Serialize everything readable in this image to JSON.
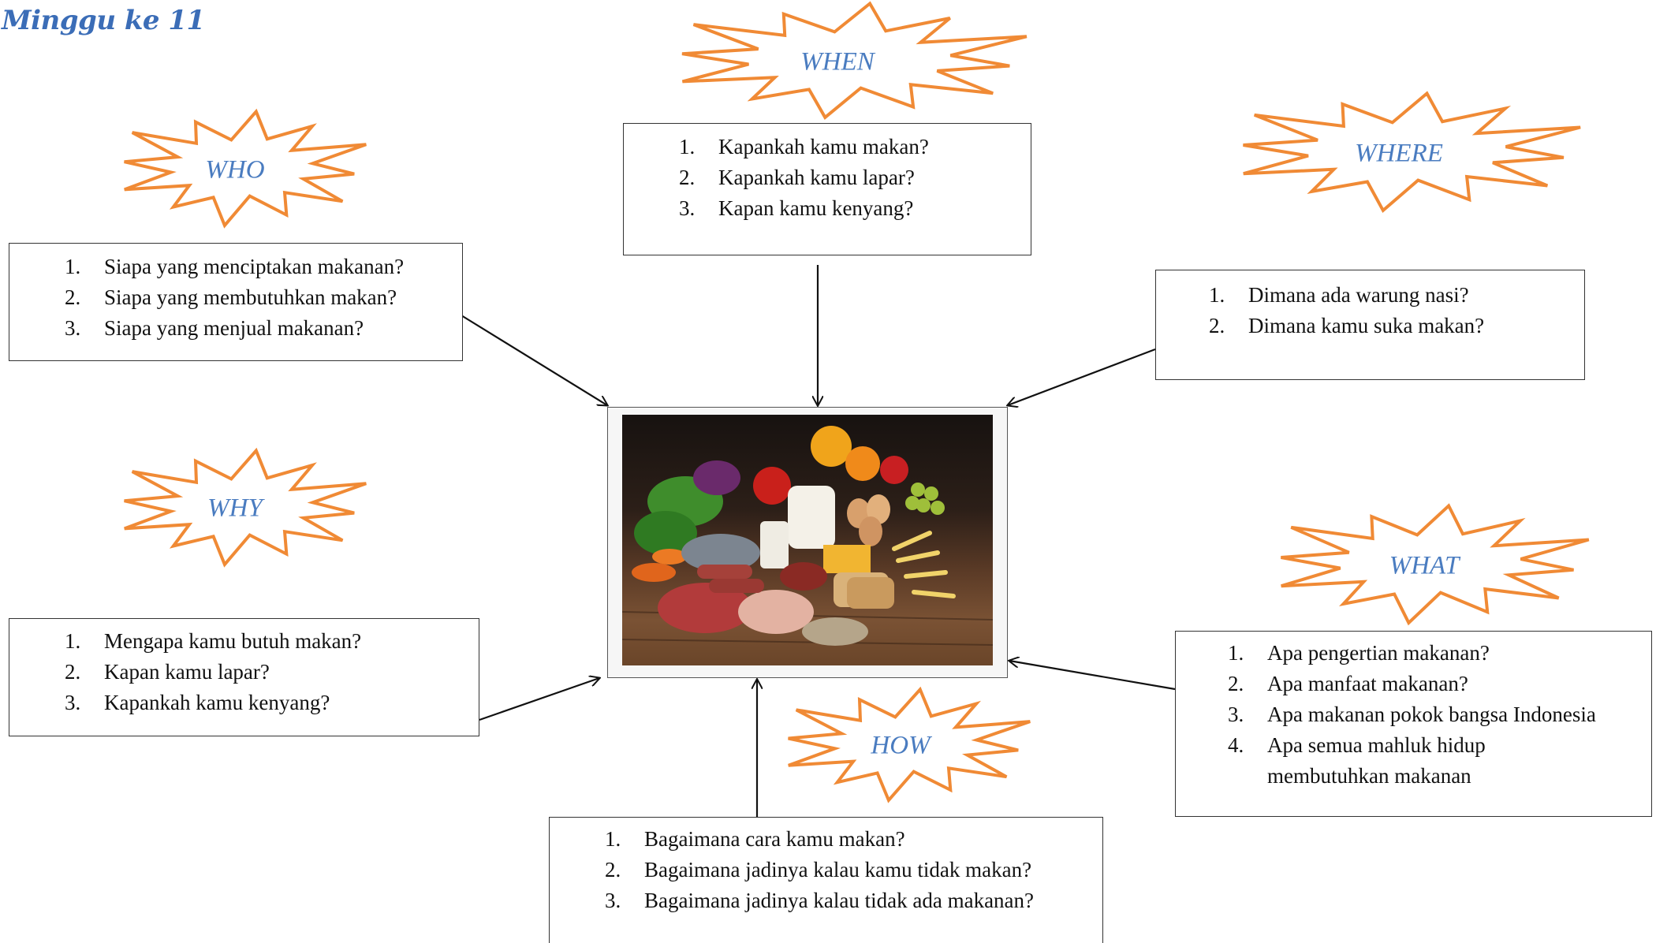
{
  "title": "Minggu ke 11",
  "bursts": {
    "who": "WHO",
    "when": "WHEN",
    "where": "WHERE",
    "why": "WHY",
    "what": "WHAT",
    "how": "HOW"
  },
  "boxes": {
    "who": [
      "Siapa yang menciptakan makanan?",
      "Siapa yang membutuhkan makan?",
      "Siapa yang menjual makanan?"
    ],
    "when": [
      "Kapankah kamu makan?",
      "Kapankah kamu lapar?",
      "Kapan kamu kenyang?"
    ],
    "where": [
      "Dimana ada warung nasi?",
      "Dimana kamu suka makan?"
    ],
    "why": [
      "Mengapa kamu butuh makan?",
      "Kapan kamu lapar?",
      "Kapankah kamu kenyang?"
    ],
    "what": [
      "Apa pengertian makanan?",
      "Apa manfaat makanan?",
      "Apa makanan pokok bangsa Indonesia",
      "Apa semua mahluk hidup membutuhkan makanan"
    ],
    "how": [
      "Bagaimana cara kamu makan?",
      "Bagaimana jadinya kalau kamu tidak makan?",
      "Bagaimana jadinya kalau tidak ada makanan?"
    ]
  },
  "colors": {
    "burst_stroke": "#f08a35",
    "burst_text": "#4a7cc0",
    "title": "#3b6db7",
    "arrow": "#111111"
  },
  "central_image": "food-photo"
}
